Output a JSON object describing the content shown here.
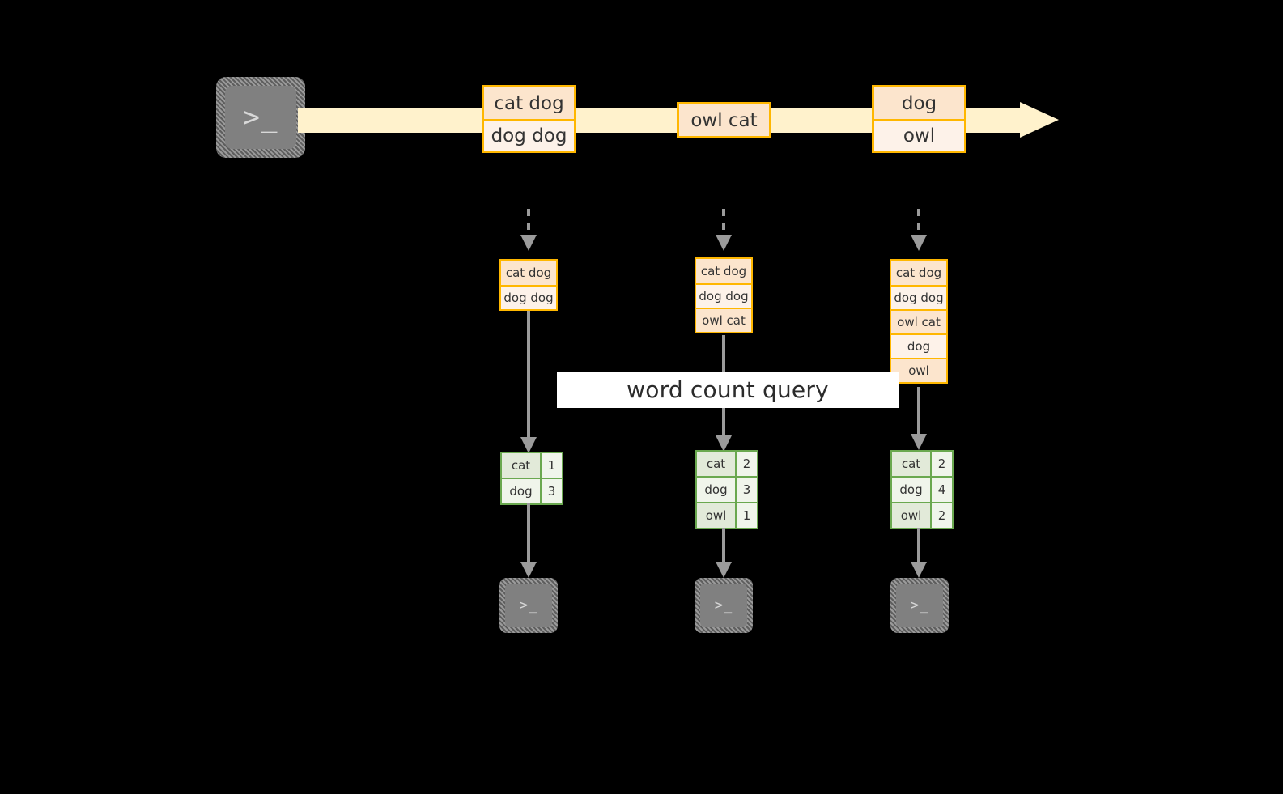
{
  "diagram": {
    "title_label": "word count query",
    "colors": {
      "background": "#000000",
      "stream_fill": "#fff2cc",
      "record_border": "#ffb700",
      "record_fill_dark": "#fce5cd",
      "record_fill_light": "#fdf2e9",
      "table_border": "#6aa84f",
      "table_fill_dark": "#e2ead9",
      "table_fill_light": "#f0f5eb",
      "arrow_gray": "#9b9b9b",
      "terminal_gray": "#808080",
      "band_white": "#ffffff"
    },
    "source": {
      "icon_name": "terminal-icon",
      "glyph": ">_"
    },
    "stream": {
      "icon_name": "stream-arrow-right",
      "records": [
        {
          "id": "batch-1",
          "lines": [
            "cat dog",
            "dog dog"
          ]
        },
        {
          "id": "batch-2",
          "lines": [
            "owl cat"
          ]
        },
        {
          "id": "batch-3",
          "lines": [
            "dog",
            "owl"
          ]
        }
      ]
    },
    "snapshots": [
      {
        "id": "snapshot-1",
        "table_lines": [
          "cat dog",
          "dog dog"
        ],
        "result": {
          "rows": [
            {
              "word": "cat",
              "count": "1"
            },
            {
              "word": "dog",
              "count": "3"
            }
          ]
        },
        "sink": {
          "icon_name": "terminal-icon",
          "glyph": ">_"
        }
      },
      {
        "id": "snapshot-2",
        "table_lines": [
          "cat dog",
          "dog dog",
          "owl cat"
        ],
        "result": {
          "rows": [
            {
              "word": "cat",
              "count": "2"
            },
            {
              "word": "dog",
              "count": "3"
            },
            {
              "word": "owl",
              "count": "1"
            }
          ]
        },
        "sink": {
          "icon_name": "terminal-icon",
          "glyph": ">_"
        }
      },
      {
        "id": "snapshot-3",
        "table_lines": [
          "cat dog",
          "dog dog",
          "owl cat",
          "dog",
          "owl"
        ],
        "result": {
          "rows": [
            {
              "word": "cat",
              "count": "2"
            },
            {
              "word": "dog",
              "count": "4"
            },
            {
              "word": "owl",
              "count": "2"
            }
          ]
        },
        "sink": {
          "icon_name": "terminal-icon",
          "glyph": ">_"
        }
      }
    ]
  }
}
